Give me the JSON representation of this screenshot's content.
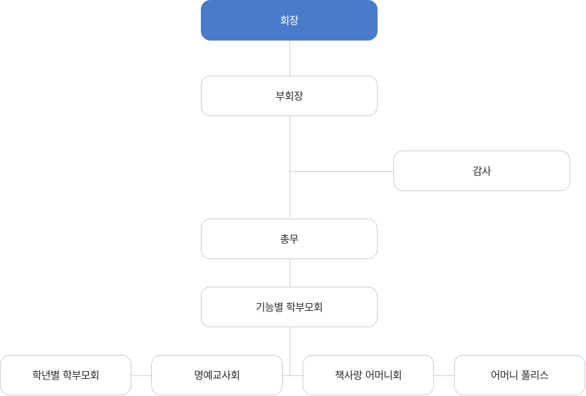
{
  "title": "",
  "nodes": {
    "president": "회장",
    "vice_president": "부회장",
    "auditor": "감사",
    "general_affairs": "총무",
    "functional_committee": "기능별 학부모회",
    "grade_committee": "학년별 학부모회",
    "honorary_teachers": "명예교사회",
    "book_lovers_mothers": "책사랑 어머니회",
    "mothers_police": "어머니 폴리스"
  },
  "colors": {
    "primary_fill": "#4a7bc8",
    "node_border": "#c5cdd9",
    "connector": "#c9d1dc",
    "text": "#2b2b2b"
  }
}
